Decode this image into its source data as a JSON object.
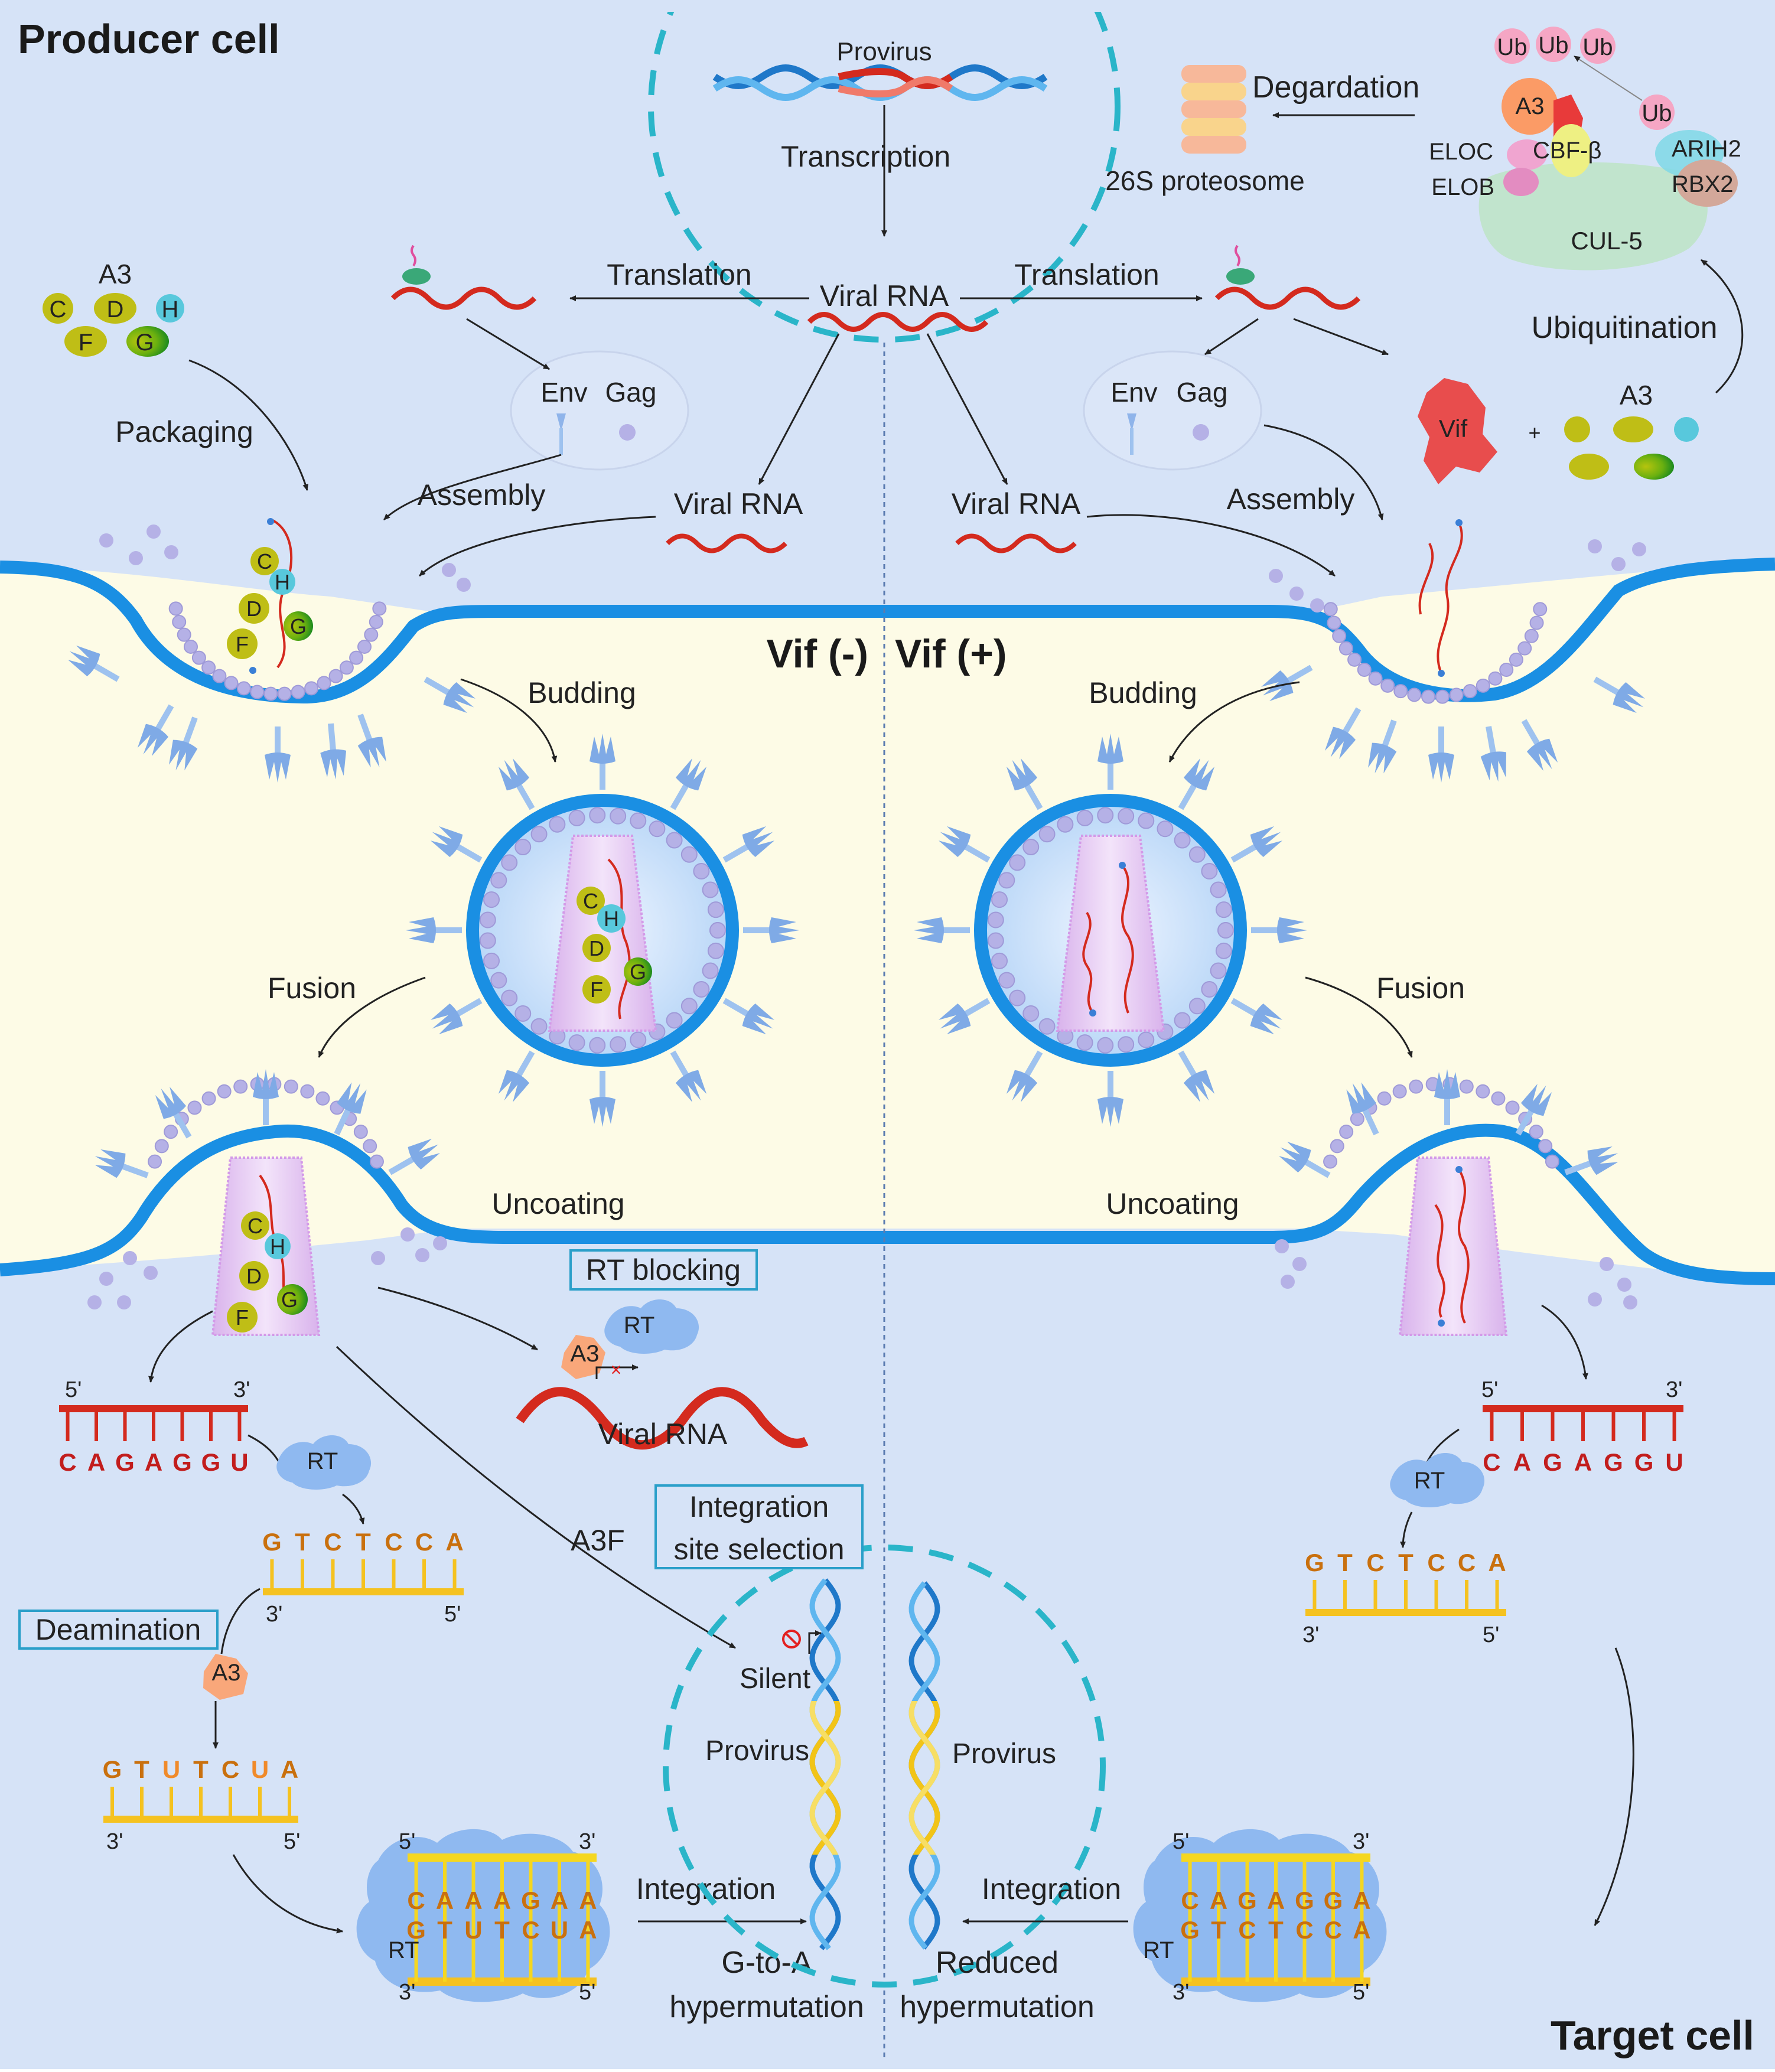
{
  "titles": {
    "producer": "Producer cell",
    "target": "Target cell",
    "vif_neg": "Vif (-)",
    "vif_pos": "Vif (+)"
  },
  "nucleus_top": {
    "provirus": "Provirus",
    "transcription": "Transcription"
  },
  "translation_flow": {
    "viral_rna_center": "Viral RNA",
    "translation_left": "Translation",
    "translation_right": "Translation",
    "env_left": "Env",
    "gag_left": "Gag",
    "env_right": "Env",
    "gag_right": "Gag",
    "viral_rna_left": "Viral RNA",
    "viral_rna_right": "Viral RNA",
    "assembly_left": "Assembly",
    "assembly_right": "Assembly"
  },
  "a3_family": {
    "title": "A3",
    "members": [
      "C",
      "D",
      "H",
      "F",
      "G"
    ],
    "packaging": "Packaging"
  },
  "degradation": {
    "label": "Degardation",
    "proteasome": "26S proteosome",
    "ub": [
      "Ub",
      "Ub",
      "Ub",
      "Ub"
    ],
    "a3": "A3",
    "eloc": "ELOC",
    "elob": "ELOB",
    "cbf": "CBF-β",
    "arih2": "ARIH2",
    "rbx2": "RBX2",
    "cul5": "CUL-5",
    "ubiquitination": "Ubiquitination",
    "vif": "Vif",
    "plus": "+",
    "a3_right": "A3"
  },
  "virion_steps": {
    "budding_left": "Budding",
    "budding_right": "Budding",
    "fusion_left": "Fusion",
    "fusion_right": "Fusion",
    "uncoating_left": "Uncoating",
    "uncoating_right": "Uncoating"
  },
  "rt_blocking": {
    "box": "RT blocking",
    "rt": "RT",
    "a3": "A3",
    "viral_rna": "Viral RNA"
  },
  "left_rt": {
    "rna_5": "5'",
    "rna_3": "3'",
    "rna_seq": [
      "C",
      "A",
      "G",
      "A",
      "G",
      "G",
      "U"
    ],
    "rt": "RT",
    "cdna_seq": [
      "G",
      "T",
      "C",
      "T",
      "C",
      "C",
      "A"
    ],
    "cdna_3": "3'",
    "cdna_5": "5'",
    "deamination": "Deamination",
    "a3": "A3",
    "mut_seq": [
      "G",
      "T",
      "U",
      "T",
      "C",
      "U",
      "A"
    ],
    "mut_3": "3'",
    "mut_5": "5'",
    "ds_top": [
      "C",
      "A",
      "A",
      "A",
      "G",
      "A",
      "A"
    ],
    "ds_bottom": [
      "G",
      "T",
      "U",
      "T",
      "C",
      "U",
      "A"
    ],
    "ds_5_top": "5'",
    "ds_3_top": "3'",
    "ds_3_bottom": "3'",
    "ds_5_bottom": "5'",
    "ds_rt": "RT",
    "integration": "Integration",
    "a3f": "A3F",
    "outcome_line1": "G-to-A",
    "outcome_line2": "hypermutation"
  },
  "nucleus_bottom": {
    "box_line1": "Integration",
    "box_line2": "site selection",
    "silent": "Silent",
    "provirus_left": "Provirus",
    "provirus_right": "Provirus"
  },
  "right_rt": {
    "rna_5": "5'",
    "rna_3": "3'",
    "rna_seq": [
      "C",
      "A",
      "G",
      "A",
      "G",
      "G",
      "U"
    ],
    "rt": "RT",
    "cdna_seq": [
      "G",
      "T",
      "C",
      "T",
      "C",
      "C",
      "A"
    ],
    "cdna_3": "3'",
    "cdna_5": "5'",
    "ds_top": [
      "C",
      "A",
      "G",
      "A",
      "G",
      "G",
      "A"
    ],
    "ds_bottom": [
      "G",
      "T",
      "C",
      "T",
      "C",
      "C",
      "A"
    ],
    "ds_5_top": "5'",
    "ds_3_top": "3'",
    "ds_3_bottom": "3'",
    "ds_5_bottom": "5'",
    "ds_rt": "RT",
    "integration": "Integration",
    "outcome_line1": "Reduced",
    "outcome_line2": "hypermutation"
  },
  "colors": {
    "cell_bg": "#d6e3f7",
    "extracellular": "#fdfbe6",
    "membrane": "#1a8fe3",
    "gag": "#b5b1e6",
    "nucleus_border": "#2ab5c9",
    "rna_red": "#d42a1e",
    "cdna_yellow": "#f5c220",
    "a3_orange": "#f9a77a",
    "rt_blue": "#8fb9f0",
    "capsid_pink": "#e6c8f0"
  }
}
